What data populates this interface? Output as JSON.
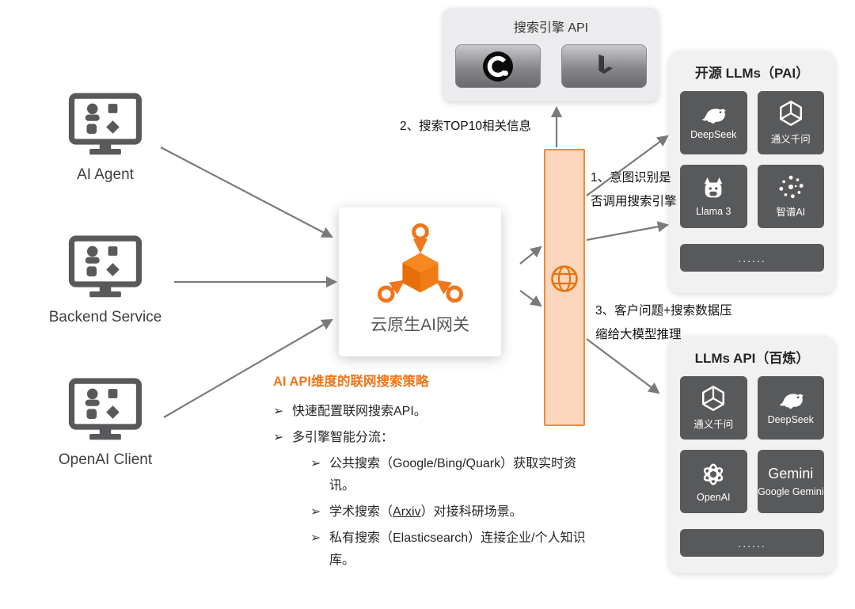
{
  "clients": [
    {
      "label": "AI Agent"
    },
    {
      "label": "Backend Service"
    },
    {
      "label": "OpenAI Client"
    }
  ],
  "gateway": {
    "label": "云原生AI网关",
    "icon": "gateway-cube-icon"
  },
  "search_api": {
    "title": "搜索引擎 API",
    "engines": [
      {
        "name": "Quark",
        "icon": "quark-icon"
      },
      {
        "name": "Bing",
        "icon": "bing-icon"
      }
    ]
  },
  "flow": {
    "step2": "2、搜索TOP10相关信息",
    "step1_line1": "1、意图识别是",
    "step1_line2": "否调用搜索引擎",
    "step3_line1": "3、客户问题+搜索数据压",
    "step3_line2": "缩给大模型推理",
    "bar_icon": "globe-icon"
  },
  "strategy": {
    "title": "AI API维度的联网搜索策略",
    "marker": "➢",
    "bullets": [
      {
        "text": "快速配置联网搜索API。"
      },
      {
        "text": "多引擎智能分流："
      },
      {
        "text": "公共搜索（Google/Bing/Quark）获取实时资讯。"
      },
      {
        "pre": "学术搜索（",
        "link": "Arxiv",
        "post": "）对接科研场景。"
      },
      {
        "text": "私有搜索（Elasticsearch）连接企业/个人知识库。"
      }
    ]
  },
  "panels": [
    {
      "title": "开源 LLMs（PAI）",
      "tiles": [
        {
          "label": "DeepSeek",
          "icon": "deepseek-whale-icon"
        },
        {
          "label": "通义千问",
          "icon": "tongyi-icon"
        },
        {
          "label": "Llama 3",
          "icon": "llama-icon"
        },
        {
          "label": "智谱AI",
          "icon": "zhipu-dots-icon"
        }
      ],
      "more": "......"
    },
    {
      "title": "LLMs API（百炼）",
      "tiles": [
        {
          "label": "通义千问",
          "icon": "tongyi-icon"
        },
        {
          "label": "DeepSeek",
          "icon": "deepseek-whale-icon"
        },
        {
          "label": "OpenAI",
          "icon": "openai-knot-icon"
        },
        {
          "label": "Google Gemini",
          "icon": "gemini-wordmark",
          "wordmark": "Gemini"
        }
      ],
      "more": "......"
    }
  ],
  "colors": {
    "accent_orange": "#F0761B",
    "bar_fill": "#FAD7BC",
    "bar_border": "#EE8A3E",
    "tile_dark": "#58595B",
    "arrow_gray": "#7A7A7A"
  }
}
